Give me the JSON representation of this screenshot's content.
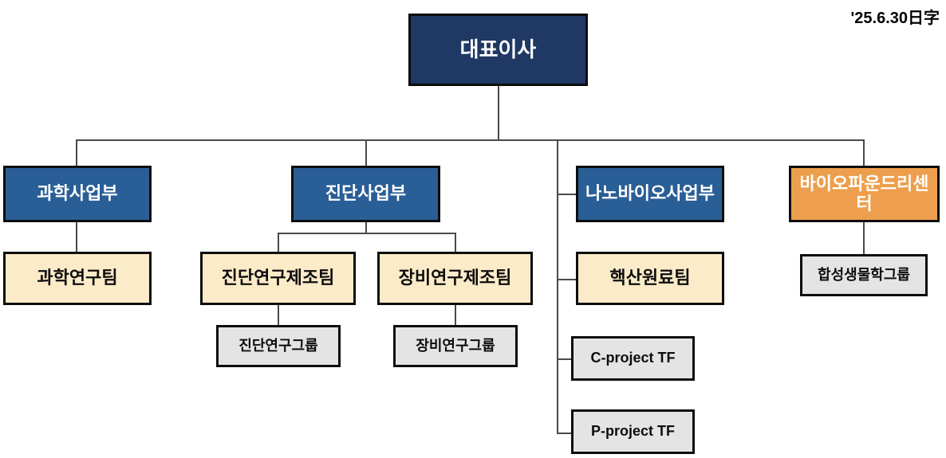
{
  "header": {
    "date_stamp": "'25.6.30日字"
  },
  "colors": {
    "navy": "#1F3864",
    "blue": "#2A5E96",
    "orange": "#ED9F4D",
    "cream": "#FBEBC8",
    "gray": "#E4E4E4",
    "border": "#0D0D0D",
    "connector": "#4A4A4A",
    "background": "#FFFFFF"
  },
  "org": {
    "root": {
      "label": "대표이사",
      "level": "executive"
    },
    "divisions": [
      {
        "label": "과학사업부",
        "teams": [
          {
            "label": "과학연구팀",
            "groups": []
          }
        ]
      },
      {
        "label": "진단사업부",
        "teams": [
          {
            "label": "진단연구제조팀",
            "groups": [
              {
                "label": "진단연구그룹"
              }
            ]
          },
          {
            "label": "장비연구제조팀",
            "groups": [
              {
                "label": "장비연구그룹"
              }
            ]
          }
        ]
      },
      {
        "label": "나노바이오사업부",
        "teams": [
          {
            "label": "핵산원료팀",
            "groups": []
          }
        ],
        "task_forces": [
          {
            "label": "C-project TF"
          },
          {
            "label": "P-project TF"
          }
        ]
      },
      {
        "label": "바이오파운드리센터",
        "teams": [],
        "groups": [
          {
            "label": "합성생물학그룹"
          }
        ]
      }
    ]
  }
}
